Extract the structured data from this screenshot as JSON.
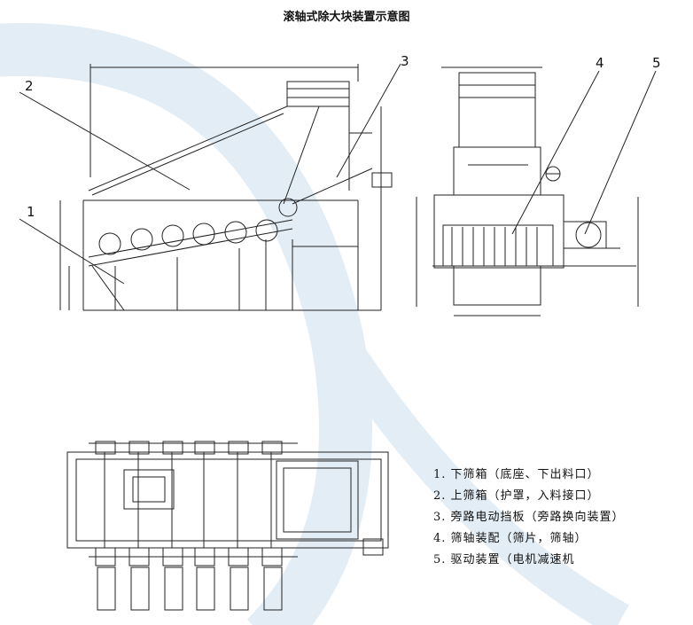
{
  "title": "滚轴式除大块装置示意图",
  "callouts": [
    "1",
    "2",
    "3",
    "4",
    "5"
  ],
  "legend": [
    "1. 下筛箱（底座、下出料口）",
    "2. 上筛箱（护罩，入料接口）",
    "3. 旁路电动挡板（旁路换向装置）",
    "4. 筛轴装配（筛片，筛轴）",
    "5. 驱动装置（电机减速机"
  ],
  "colors": {
    "line": "#222222",
    "bg_arc": "#dbe9f3"
  }
}
